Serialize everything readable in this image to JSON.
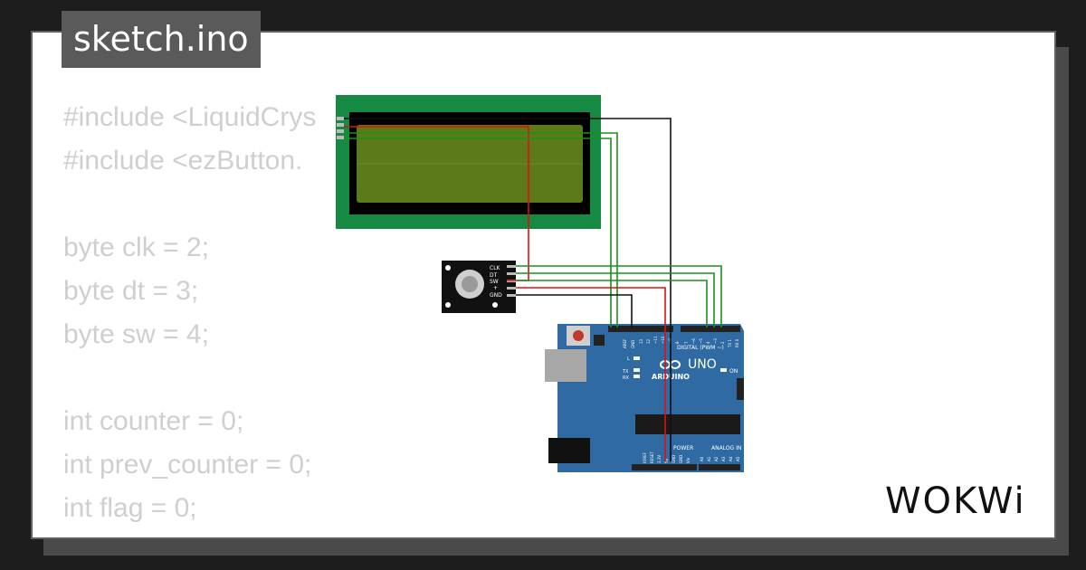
{
  "file_tab": {
    "title": "sketch.ino"
  },
  "code_lines": [
    "#include <LiquidCrys",
    "#include <ezButton.",
    "",
    "byte clk = 2;",
    "byte dt = 3;",
    "byte sw = 4;",
    "",
    "int counter = 0;",
    "int prev_counter = 0;",
    "int flag = 0;"
  ],
  "encoder": {
    "pins": [
      "CLK",
      "DT",
      "SW",
      "+",
      "GND"
    ]
  },
  "arduino": {
    "brand": "ARDUINO",
    "model": "UNO",
    "digital_label": "DIGITAL (PWM ~)",
    "power_label": "POWER",
    "analog_label": "ANALOG IN",
    "on_label": "ON",
    "led_labels": [
      "L",
      "TX",
      "RX"
    ],
    "top_pins": [
      "AREF",
      "GND",
      "13",
      "12",
      "~11",
      "~10",
      "~9",
      "8",
      "7",
      "~6",
      "~5",
      "4",
      "~3",
      "2",
      "TX 1",
      "RX 0"
    ],
    "power_pins": [
      "IOREF",
      "RESET",
      "3.3V",
      "5V",
      "GND",
      "GND",
      "Vin"
    ],
    "analog_pins": [
      "A0",
      "A1",
      "A2",
      "A3",
      "A4",
      "A5"
    ]
  },
  "logo": {
    "text": "WOKWi"
  },
  "colors": {
    "background": "#1d1d1d",
    "card": "#ffffff",
    "code_text": "#cfcfcf",
    "lcd_pcb": "#168a43",
    "lcd_screen": "#5d7a1a",
    "arduino_board": "#2f6aa3",
    "wire_red": "#e01010",
    "wire_green": "#1a8f1a",
    "wire_black": "#111111"
  }
}
